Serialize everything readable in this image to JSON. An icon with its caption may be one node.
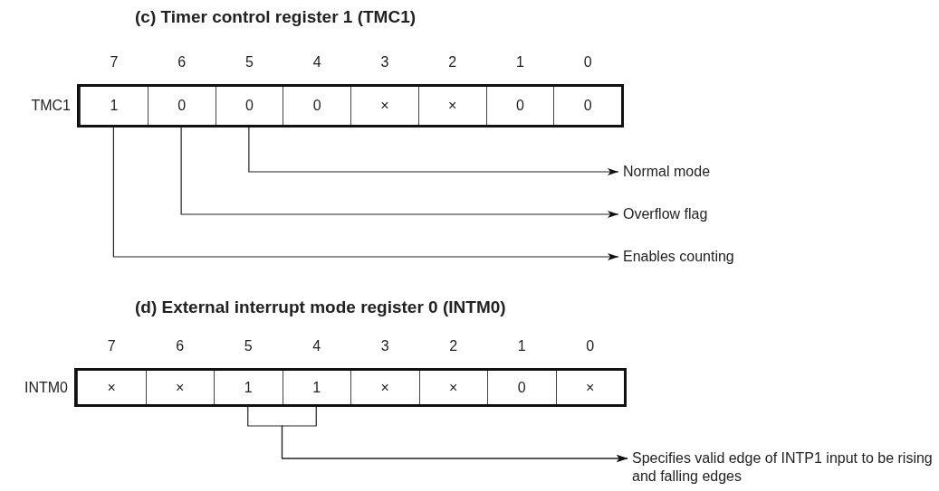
{
  "diagram": {
    "nodes": [
      {
        "text": [
          "TMC1"
        ]
      },
      {
        "text": [
          "1"
        ],
        "in": 0,
        "beside": [
          "7"
        ]
      },
      {
        "text": [
          "0"
        ],
        "in": 0,
        "beside": [
          "6"
        ]
      },
      {
        "text": [
          "0"
        ],
        "in": 0,
        "beside": [
          "5"
        ]
      },
      {
        "text": [
          "0"
        ],
        "in": 0,
        "beside": [
          "4"
        ]
      },
      {
        "text": [
          "×"
        ],
        "in": 0,
        "beside": [
          "3"
        ]
      },
      {
        "text": [
          "×"
        ],
        "in": 0,
        "beside": [
          "2"
        ]
      },
      {
        "text": [
          "0"
        ],
        "in": 0,
        "beside": [
          "1"
        ]
      },
      {
        "text": [
          "0"
        ],
        "in": 0,
        "beside": [
          "0"
        ]
      },
      {
        "text": [
          "Normal mode"
        ]
      },
      {
        "text": [
          "Overflow flag"
        ]
      },
      {
        "text": [
          "Enables counting"
        ]
      },
      {
        "text": [
          "INTM0"
        ]
      },
      {
        "text": [
          "×"
        ],
        "in": 12,
        "beside": [
          "7"
        ]
      },
      {
        "text": [
          "×"
        ],
        "in": 12,
        "beside": [
          "6"
        ]
      },
      {
        "text": [
          "1"
        ],
        "in": 12,
        "beside": [
          "5"
        ]
      },
      {
        "text": [
          "1"
        ],
        "in": 12,
        "beside": [
          "4"
        ]
      },
      {
        "text": [
          "×"
        ],
        "in": 12,
        "beside": [
          "3"
        ]
      },
      {
        "text": [
          "×"
        ],
        "in": 12,
        "beside": [
          "2"
        ]
      },
      {
        "text": [
          "0"
        ],
        "in": 12,
        "beside": [
          "1"
        ]
      },
      {
        "text": [
          "×"
        ],
        "in": 12,
        "beside": [
          "0"
        ]
      },
      {
        "text": [
          "Specifies valid edge of INTP1 input to be rising and falling edges"
        ]
      }
    ],
    "edges": [
      {
        "from": 3,
        "to": 9,
        "arrow": "to"
      },
      {
        "from": 2,
        "to": 10,
        "arrow": "to"
      },
      {
        "from": 1,
        "to": 11,
        "arrow": "to"
      },
      {
        "from": 15,
        "to": 21,
        "arrow": "to"
      },
      {
        "from": 16,
        "to": 21,
        "arrow": "to"
      }
    ],
    "labels": [
      "(c)  Timer control register 1 (TMC1)",
      "(d)  External interrupt mode register 0 (INTM0)"
    ]
  }
}
